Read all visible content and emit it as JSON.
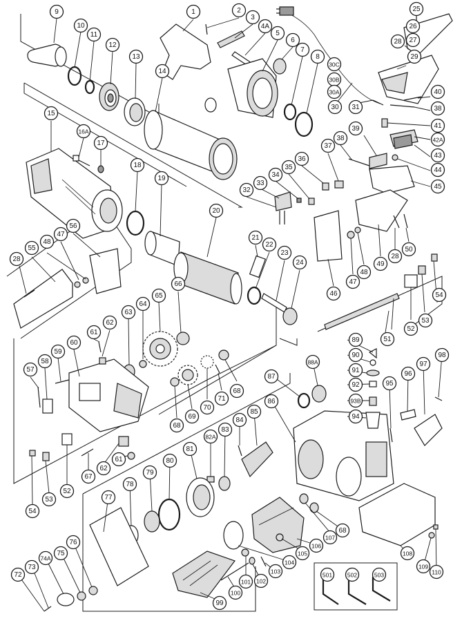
{
  "diagram": {
    "callouts": [
      {
        "id": "9",
        "label": "9"
      },
      {
        "id": "10",
        "label": "10"
      },
      {
        "id": "11",
        "label": "11"
      },
      {
        "id": "12",
        "label": "12"
      },
      {
        "id": "13",
        "label": "13"
      },
      {
        "id": "14",
        "label": "14"
      },
      {
        "id": "15",
        "label": "15"
      },
      {
        "id": "16A",
        "label": "16A"
      },
      {
        "id": "17",
        "label": "17"
      },
      {
        "id": "18",
        "label": "18"
      },
      {
        "id": "19",
        "label": "19"
      },
      {
        "id": "20",
        "label": "20"
      },
      {
        "id": "1",
        "label": "1"
      },
      {
        "id": "2",
        "label": "2"
      },
      {
        "id": "3",
        "label": "3"
      },
      {
        "id": "4A",
        "label": "4A"
      },
      {
        "id": "5",
        "label": "5"
      },
      {
        "id": "6",
        "label": "6"
      },
      {
        "id": "7",
        "label": "7"
      },
      {
        "id": "8",
        "label": "8"
      },
      {
        "id": "30C",
        "label": "30C"
      },
      {
        "id": "30B",
        "label": "30B"
      },
      {
        "id": "30A",
        "label": "30A"
      },
      {
        "id": "30",
        "label": "30"
      },
      {
        "id": "31",
        "label": "31"
      },
      {
        "id": "25",
        "label": "25"
      },
      {
        "id": "26",
        "label": "26"
      },
      {
        "id": "27",
        "label": "27"
      },
      {
        "id": "28a",
        "label": "28"
      },
      {
        "id": "29",
        "label": "29"
      },
      {
        "id": "40",
        "label": "40"
      },
      {
        "id": "38a",
        "label": "38"
      },
      {
        "id": "41",
        "label": "41"
      },
      {
        "id": "42A",
        "label": "42A"
      },
      {
        "id": "43",
        "label": "43"
      },
      {
        "id": "44",
        "label": "44"
      },
      {
        "id": "45",
        "label": "45"
      },
      {
        "id": "39",
        "label": "39"
      },
      {
        "id": "38b",
        "label": "38"
      },
      {
        "id": "37",
        "label": "37"
      },
      {
        "id": "36",
        "label": "36"
      },
      {
        "id": "35",
        "label": "35"
      },
      {
        "id": "34",
        "label": "34"
      },
      {
        "id": "33",
        "label": "33"
      },
      {
        "id": "32",
        "label": "32"
      },
      {
        "id": "21",
        "label": "21"
      },
      {
        "id": "22",
        "label": "22"
      },
      {
        "id": "23",
        "label": "23"
      },
      {
        "id": "24",
        "label": "24"
      },
      {
        "id": "46",
        "label": "46"
      },
      {
        "id": "47a",
        "label": "47"
      },
      {
        "id": "48a",
        "label": "48"
      },
      {
        "id": "49",
        "label": "49"
      },
      {
        "id": "28b",
        "label": "28"
      },
      {
        "id": "50",
        "label": "50"
      },
      {
        "id": "56",
        "label": "56"
      },
      {
        "id": "47b",
        "label": "47"
      },
      {
        "id": "48b",
        "label": "48"
      },
      {
        "id": "55",
        "label": "55"
      },
      {
        "id": "28c",
        "label": "28"
      },
      {
        "id": "66",
        "label": "66"
      },
      {
        "id": "65",
        "label": "65"
      },
      {
        "id": "64",
        "label": "64"
      },
      {
        "id": "63",
        "label": "63"
      },
      {
        "id": "62a",
        "label": "62"
      },
      {
        "id": "61a",
        "label": "61"
      },
      {
        "id": "60",
        "label": "60"
      },
      {
        "id": "59",
        "label": "59"
      },
      {
        "id": "58",
        "label": "58"
      },
      {
        "id": "57",
        "label": "57"
      },
      {
        "id": "54a",
        "label": "54"
      },
      {
        "id": "53a",
        "label": "53"
      },
      {
        "id": "52a",
        "label": "52"
      },
      {
        "id": "67",
        "label": "67"
      },
      {
        "id": "62b",
        "label": "62"
      },
      {
        "id": "61b",
        "label": "61"
      },
      {
        "id": "68a",
        "label": "68"
      },
      {
        "id": "69",
        "label": "69"
      },
      {
        "id": "70",
        "label": "70"
      },
      {
        "id": "71",
        "label": "71"
      },
      {
        "id": "68b",
        "label": "68"
      },
      {
        "id": "54b",
        "label": "54"
      },
      {
        "id": "53b",
        "label": "53"
      },
      {
        "id": "52b",
        "label": "52"
      },
      {
        "id": "51",
        "label": "51"
      },
      {
        "id": "89",
        "label": "89"
      },
      {
        "id": "90",
        "label": "90"
      },
      {
        "id": "91",
        "label": "91"
      },
      {
        "id": "92",
        "label": "92"
      },
      {
        "id": "93B",
        "label": "93B"
      },
      {
        "id": "94",
        "label": "94"
      },
      {
        "id": "95",
        "label": "95"
      },
      {
        "id": "96",
        "label": "96"
      },
      {
        "id": "97",
        "label": "97"
      },
      {
        "id": "98",
        "label": "98"
      },
      {
        "id": "88A",
        "label": "88A"
      },
      {
        "id": "87",
        "label": "87"
      },
      {
        "id": "86",
        "label": "86"
      },
      {
        "id": "85",
        "label": "85"
      },
      {
        "id": "84",
        "label": "84"
      },
      {
        "id": "83",
        "label": "83"
      },
      {
        "id": "82A",
        "label": "82A"
      },
      {
        "id": "81",
        "label": "81"
      },
      {
        "id": "80",
        "label": "80"
      },
      {
        "id": "79",
        "label": "79"
      },
      {
        "id": "78",
        "label": "78"
      },
      {
        "id": "77",
        "label": "77"
      },
      {
        "id": "76",
        "label": "76"
      },
      {
        "id": "75",
        "label": "75"
      },
      {
        "id": "74A",
        "label": "74A"
      },
      {
        "id": "73",
        "label": "73"
      },
      {
        "id": "72",
        "label": "72"
      },
      {
        "id": "99",
        "label": "99"
      },
      {
        "id": "100",
        "label": "100"
      },
      {
        "id": "101",
        "label": "101"
      },
      {
        "id": "102",
        "label": "102"
      },
      {
        "id": "103",
        "label": "103"
      },
      {
        "id": "104",
        "label": "104"
      },
      {
        "id": "105",
        "label": "105"
      },
      {
        "id": "106",
        "label": "106"
      },
      {
        "id": "107",
        "label": "107"
      },
      {
        "id": "68c",
        "label": "68"
      },
      {
        "id": "108",
        "label": "108"
      },
      {
        "id": "109",
        "label": "109"
      },
      {
        "id": "110",
        "label": "110"
      },
      {
        "id": "501",
        "label": "501"
      },
      {
        "id": "502",
        "label": "502"
      },
      {
        "id": "503",
        "label": "503"
      }
    ]
  }
}
